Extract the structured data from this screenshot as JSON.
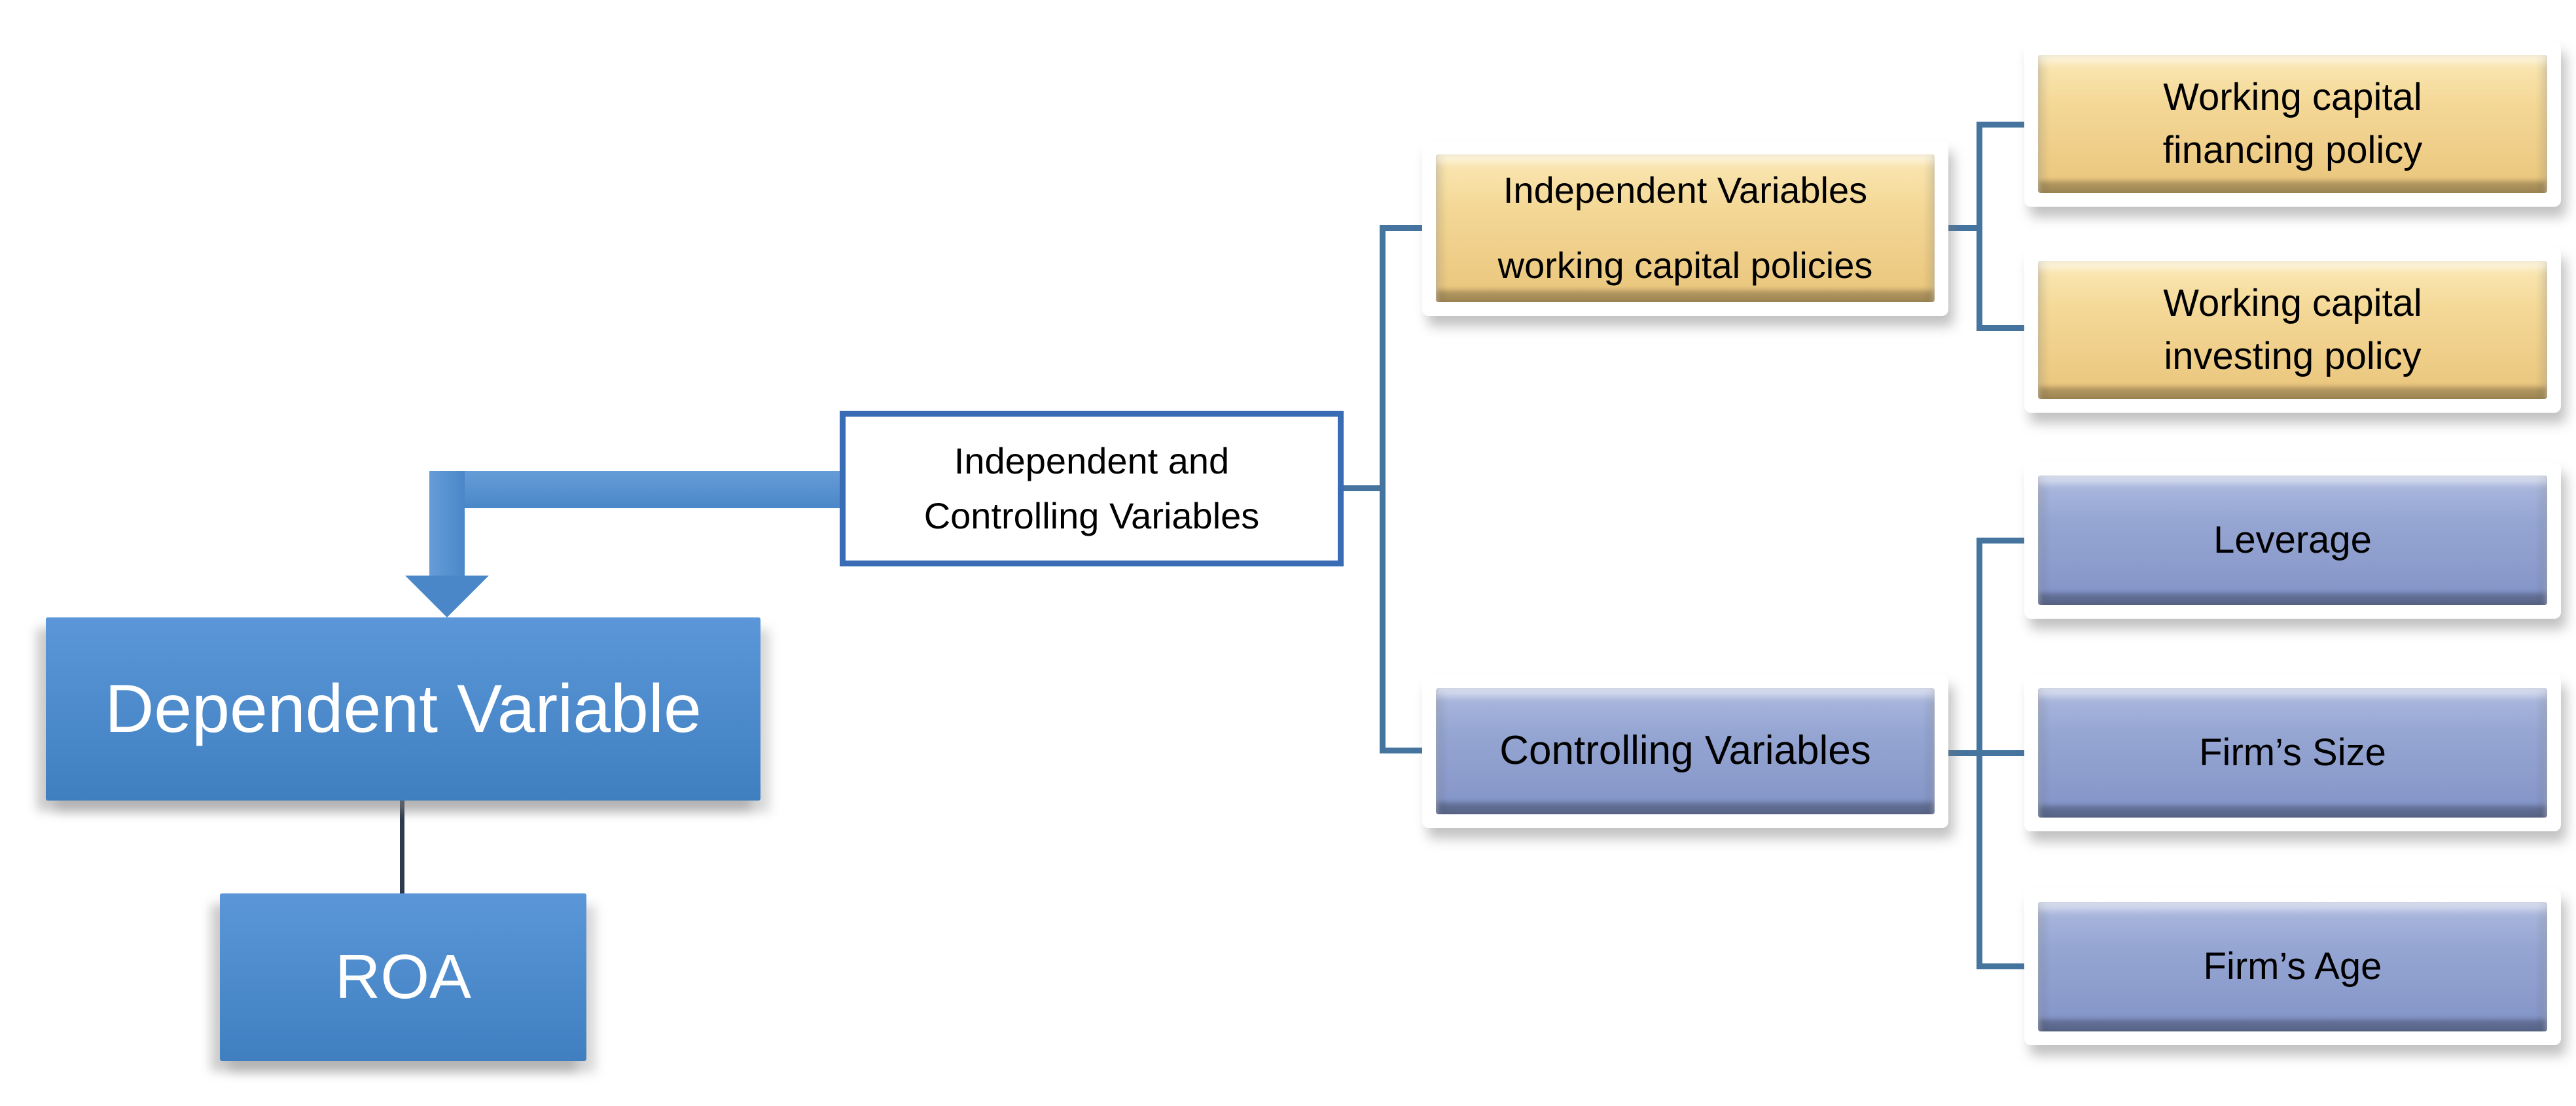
{
  "nodes": {
    "dependent_variable": {
      "label": "Dependent Variable"
    },
    "roa": {
      "label": "ROA"
    },
    "independent_and_controlling": {
      "label": "Independent and\nControlling Variables"
    },
    "independent_variables": {
      "label": "Independent Variables\nworking capital policies"
    },
    "working_capital_financing": {
      "label": "Working capital\nfinancing policy"
    },
    "working_capital_investing": {
      "label": "Working capital\ninvesting policy"
    },
    "controlling_variables": {
      "label": "Controlling Variables"
    },
    "leverage": {
      "label": "Leverage"
    },
    "firms_size": {
      "label": "Firm’s Size"
    },
    "firms_age": {
      "label": "Firm’s Age"
    }
  },
  "colors": {
    "steel_connector": "#45759f",
    "center_border": "#3a6cb5",
    "blue_box_top": "#5b97d8",
    "blue_box_bottom": "#3f7fc0",
    "orange_top": "#fbe9b6",
    "orange_bottom": "#e9c57b",
    "periwinkle_top": "#aebbdf",
    "periwinkle_bottom": "#8193c7",
    "arrow_light": "#669dd8",
    "arrow_dark": "#4a87c8",
    "thin_line": "#2c3b4c"
  }
}
